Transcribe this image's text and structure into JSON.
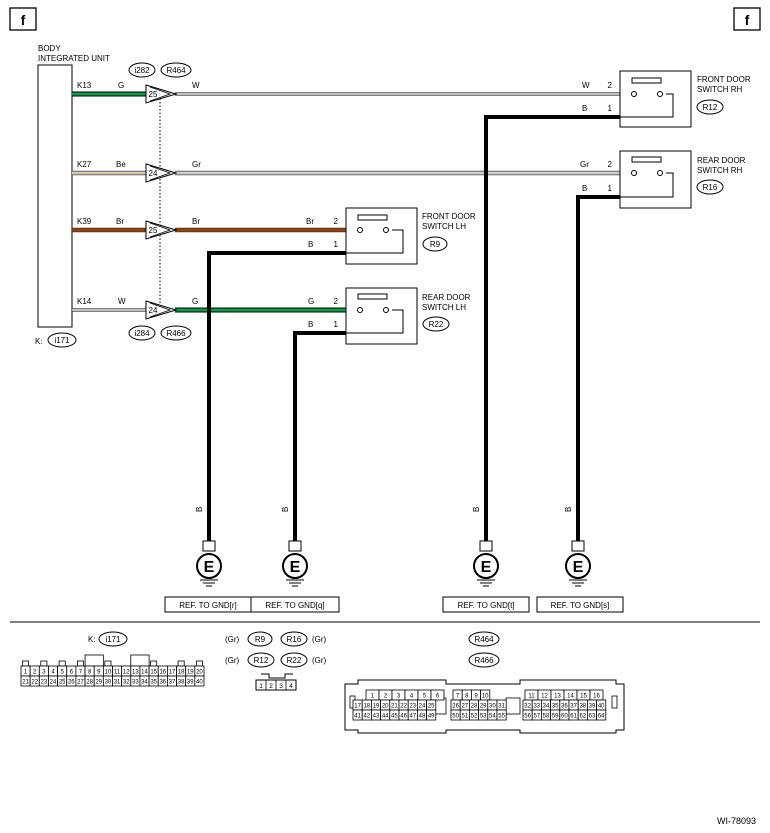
{
  "page_marker": "f",
  "figure_id": "WI-78093",
  "bcm": {
    "title_line1": "BODY",
    "title_line2": "INTEGRATED UNIT",
    "connector_prefix": "K:",
    "connector": "i171"
  },
  "top_connectors": [
    "i282",
    "R464"
  ],
  "bottom_connectors": [
    "i284",
    "R466"
  ],
  "wires": [
    {
      "pin": "K13",
      "bcm_color": "G",
      "joint_pin": "25",
      "dest_color": "W",
      "hex": "#0e9b48"
    },
    {
      "pin": "K27",
      "bcm_color": "Be",
      "joint_pin": "24",
      "dest_color": "Gr",
      "hex": "#d7c7ad"
    },
    {
      "pin": "K39",
      "bcm_color": "Br",
      "joint_pin": "25",
      "dest_color": "Br",
      "hex": "#8c4415"
    },
    {
      "pin": "K14",
      "bcm_color": "W",
      "joint_pin": "24",
      "dest_color": "G",
      "hex": "#0e9b48"
    }
  ],
  "switches": [
    {
      "line1": "FRONT DOOR",
      "line2": "SWITCH RH",
      "connector": "R12",
      "pin_signal": "2",
      "pin_gnd": "1",
      "signal_color": "W",
      "gnd_color": "B"
    },
    {
      "line1": "REAR DOOR",
      "line2": "SWITCH RH",
      "connector": "R16",
      "pin_signal": "2",
      "pin_gnd": "1",
      "signal_color": "Gr",
      "gnd_color": "B"
    },
    {
      "line1": "FRONT DOOR",
      "line2": "SWITCH LH",
      "connector": "R9",
      "pin_signal": "2",
      "pin_gnd": "1",
      "signal_color": "Br",
      "gnd_color": "B"
    },
    {
      "line1": "REAR DOOR",
      "line2": "SWITCH LH",
      "connector": "R22",
      "pin_signal": "2",
      "pin_gnd": "1",
      "signal_color": "G",
      "gnd_color": "B"
    }
  ],
  "grounds": [
    {
      "symbol": "E",
      "wire_color": "B",
      "ref": "REF. TO GND[r]"
    },
    {
      "symbol": "E",
      "wire_color": "B",
      "ref": "REF. TO GND[q]"
    },
    {
      "symbol": "E",
      "wire_color": "B",
      "ref": "REF. TO GND[t]"
    },
    {
      "symbol": "E",
      "wire_color": "B",
      "ref": "REF. TO GND[s]"
    }
  ],
  "legend": {
    "i171_prefix": "K:",
    "i171": "i171",
    "i171_row1": [
      "1",
      "2",
      "3",
      "4",
      "5",
      "6",
      "7",
      "8",
      "9",
      "10",
      "11",
      "12",
      "13",
      "14",
      "15",
      "16",
      "17",
      "18",
      "19",
      "20"
    ],
    "i171_row2": [
      "21",
      "22",
      "23",
      "24",
      "25",
      "26",
      "27",
      "28",
      "29",
      "30",
      "31",
      "32",
      "33",
      "34",
      "35",
      "36",
      "37",
      "38",
      "39",
      "40"
    ],
    "door_conn_rows": [
      {
        "left_color": "(Gr)",
        "a": "R9",
        "b": "R16",
        "right_color": "(Gr)"
      },
      {
        "left_color": "(Gr)",
        "a": "R12",
        "b": "R22",
        "right_color": "(Gr)"
      }
    ],
    "door_pins": [
      "1",
      "2",
      "3",
      "4"
    ],
    "joint_conns": [
      "R464",
      "R466"
    ],
    "joint_blocks": [
      {
        "row1": [
          "1",
          "2",
          "3",
          "4",
          "5",
          "6"
        ],
        "row2": [
          "17",
          "18",
          "19",
          "20",
          "21",
          "22",
          "23",
          "24",
          "25"
        ],
        "row3": [
          "41",
          "42",
          "43",
          "44",
          "45",
          "46",
          "47",
          "48",
          "49"
        ]
      },
      {
        "row1": [
          "7",
          "8",
          "9",
          "10"
        ],
        "row2": [
          "26",
          "27",
          "28",
          "29",
          "30",
          "31"
        ],
        "row3": [
          "50",
          "51",
          "52",
          "53",
          "54",
          "55"
        ]
      },
      {
        "row1": [
          "11",
          "12",
          "13",
          "14",
          "15",
          "16"
        ],
        "row2": [
          "32",
          "33",
          "34",
          "35",
          "36",
          "37",
          "38",
          "39",
          "40"
        ],
        "row3": [
          "56",
          "57",
          "58",
          "59",
          "60",
          "61",
          "62",
          "63",
          "64"
        ]
      }
    ]
  }
}
